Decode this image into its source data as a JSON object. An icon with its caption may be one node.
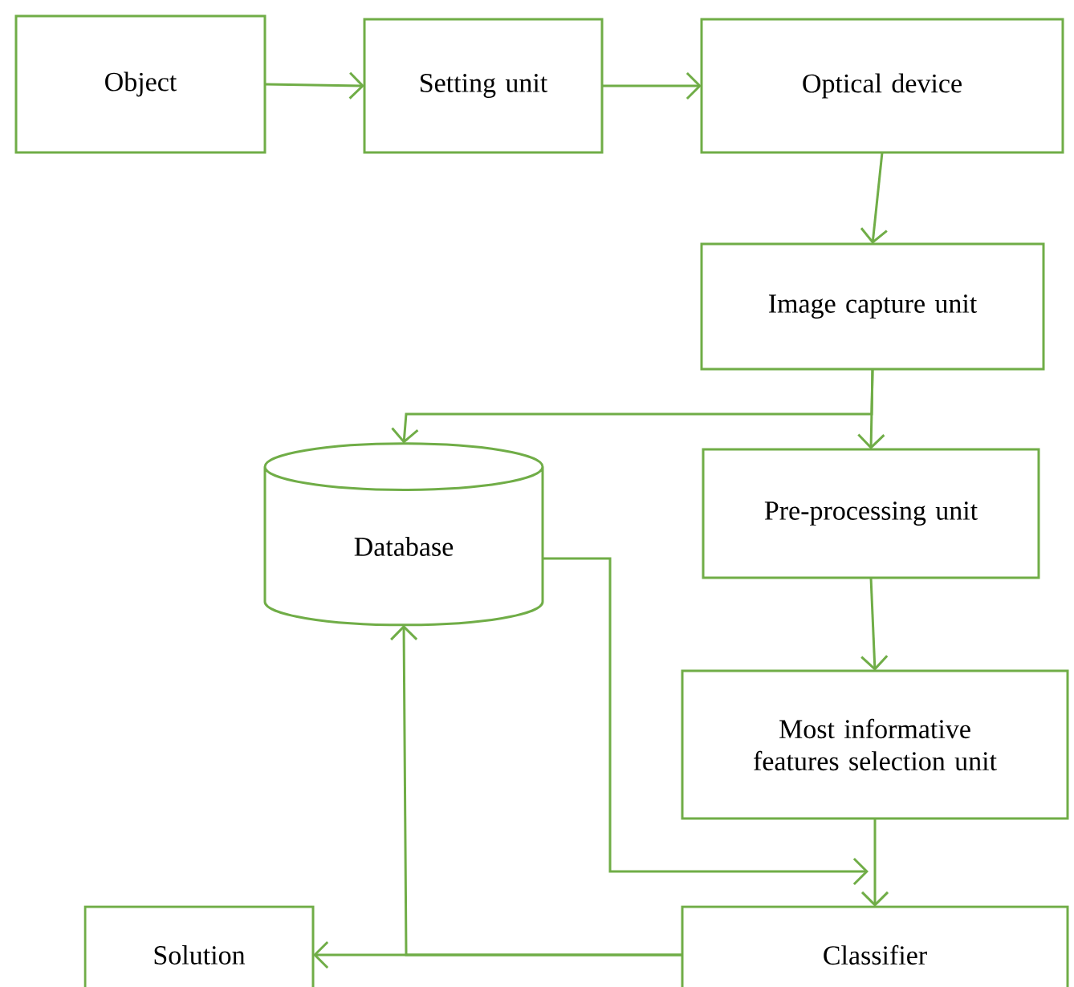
{
  "diagram": {
    "nodes": [
      {
        "text": [
          "Object"
        ]
      },
      {
        "text": [
          "Setting unit"
        ]
      },
      {
        "text": [
          "Optical device"
        ]
      },
      {
        "text": [
          "Image capture unit"
        ]
      },
      {
        "text": [
          "Database"
        ]
      },
      {
        "text": [
          "Pre-processing unit"
        ]
      },
      {
        "text": [
          "Most informative features selection unit"
        ]
      },
      {
        "text": [
          "Solution"
        ]
      },
      {
        "text": [
          "Classifier"
        ]
      }
    ],
    "edges": [
      {
        "from": 0,
        "to": 1,
        "arrow": "to"
      },
      {
        "from": 1,
        "to": 2,
        "arrow": "to"
      },
      {
        "from": 2,
        "to": 3,
        "arrow": "to"
      },
      {
        "from": 3,
        "to": 4,
        "arrow": "to"
      },
      {
        "from": 3,
        "to": 5,
        "arrow": "to"
      },
      {
        "from": 5,
        "to": 6,
        "arrow": "to"
      },
      {
        "from": 6,
        "to": 8,
        "arrow": "to"
      },
      {
        "from": 4,
        "to": 8,
        "arrow": "to"
      },
      {
        "from": 8,
        "to": 7,
        "arrow": "to"
      },
      {
        "from": 8,
        "to": 4,
        "arrow": "to"
      }
    ]
  }
}
